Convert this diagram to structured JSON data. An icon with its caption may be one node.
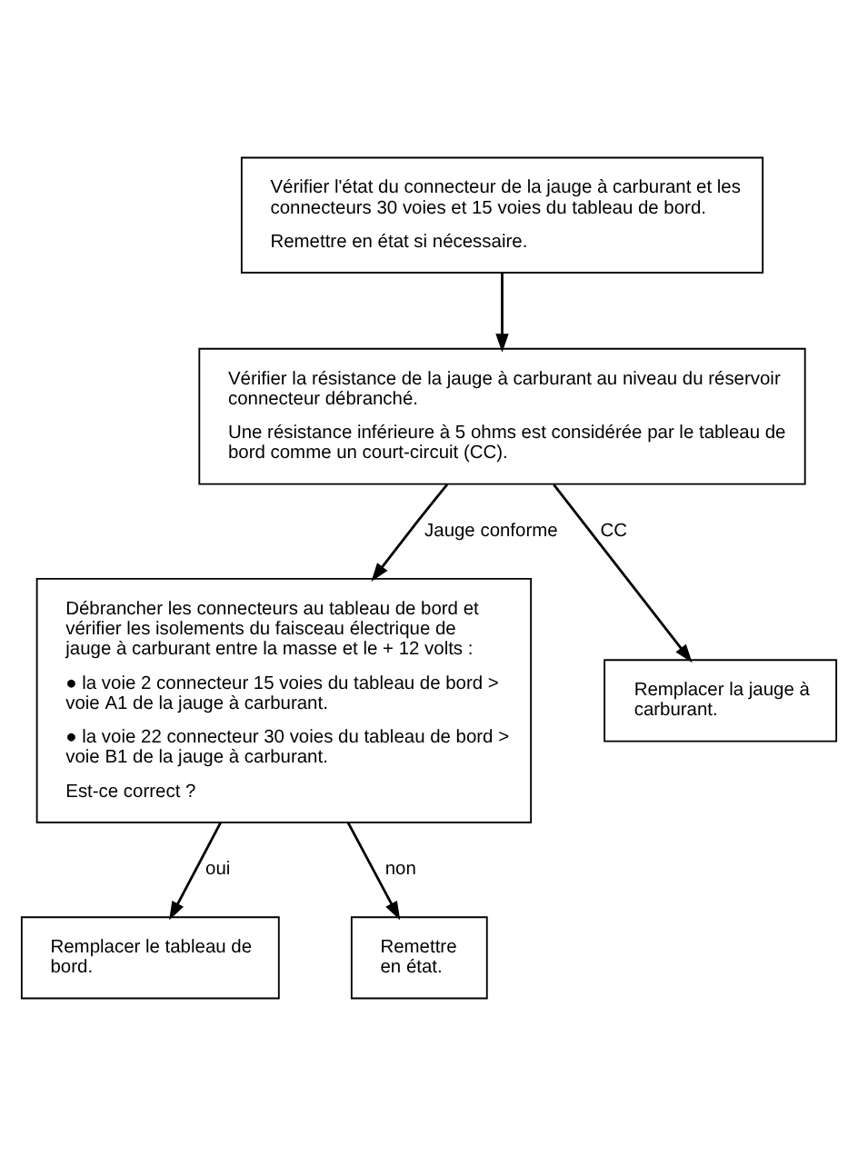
{
  "diagram": {
    "nodes": [
      {
        "text": [
          "Vérifier l'état du connecteur de la jauge à carburant et les connecteurs 30 voies et 15 voies du tableau de bord.",
          "Remettre en état si nécessaire."
        ]
      },
      {
        "text": [
          "Vérifier la résistance de la jauge à carburant au niveau du réservoir connecteur débranché.",
          "Une résistance inférieure à 5 ohms est considérée par le tableau de bord comme un court-circuit (CC)."
        ]
      },
      {
        "text": [
          "Remplacer la jauge à carburant."
        ]
      },
      {
        "text": [
          "Débrancher les connecteurs au tableau de bord et vérifier les isolements du faisceau électrique de jauge à carburant entre la masse et le + 12 volts :",
          "● la voie 2 connecteur 15 voies du tableau de bord > voie A1 de la jauge à carburant.",
          "● la voie 22 connecteur 30 voies du tableau de bord > voie B1 de la jauge à carburant.",
          "Est-ce correct ?"
        ]
      },
      {
        "text": [
          "Remplacer le tableau de bord."
        ]
      },
      {
        "text": [
          "Remettre en état."
        ]
      }
    ],
    "edges": [
      {
        "from": 0,
        "to": 1,
        "arrow": "to"
      },
      {
        "from": 1,
        "to": 2,
        "arrow": "to",
        "label": "CC"
      },
      {
        "from": 1,
        "to": 3,
        "arrow": "to",
        "label": "Jauge conforme"
      },
      {
        "from": 3,
        "to": 4,
        "arrow": "to",
        "label": "oui"
      },
      {
        "from": 3,
        "to": 5,
        "arrow": "to",
        "label": "non"
      }
    ]
  }
}
